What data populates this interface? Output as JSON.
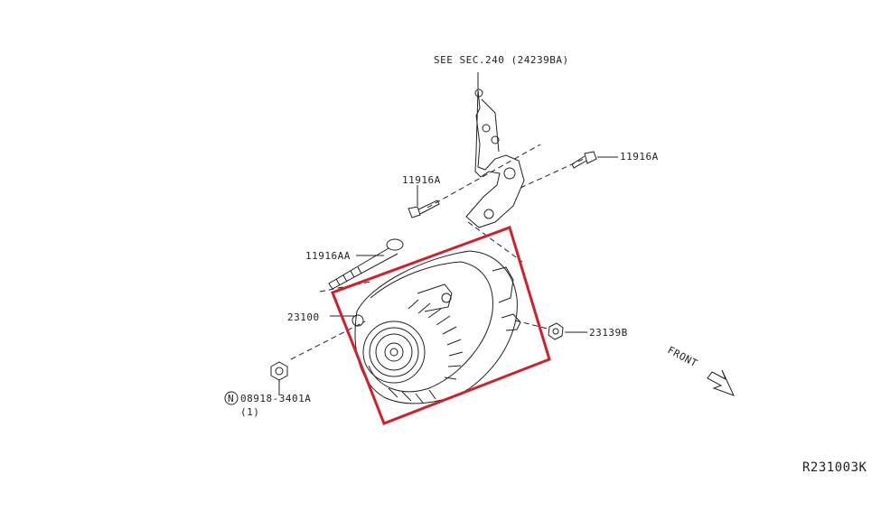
{
  "labels": {
    "see_sec": "SEE SEC.240 (24239BA)",
    "bolt_right": "11916A",
    "bolt_left": "11916A",
    "long_bolt": "11916AA",
    "alternator": "23100",
    "nut": "23139B",
    "bolt_bottom": "08918-3401A",
    "bolt_bottom_qty": "(1)",
    "bolt_bottom_prefix": "N",
    "front": "FRONT",
    "diagram_ref": "R231003K"
  },
  "colors": {
    "line": "#222222",
    "highlight": "#d0202a",
    "background": "#ffffff"
  }
}
